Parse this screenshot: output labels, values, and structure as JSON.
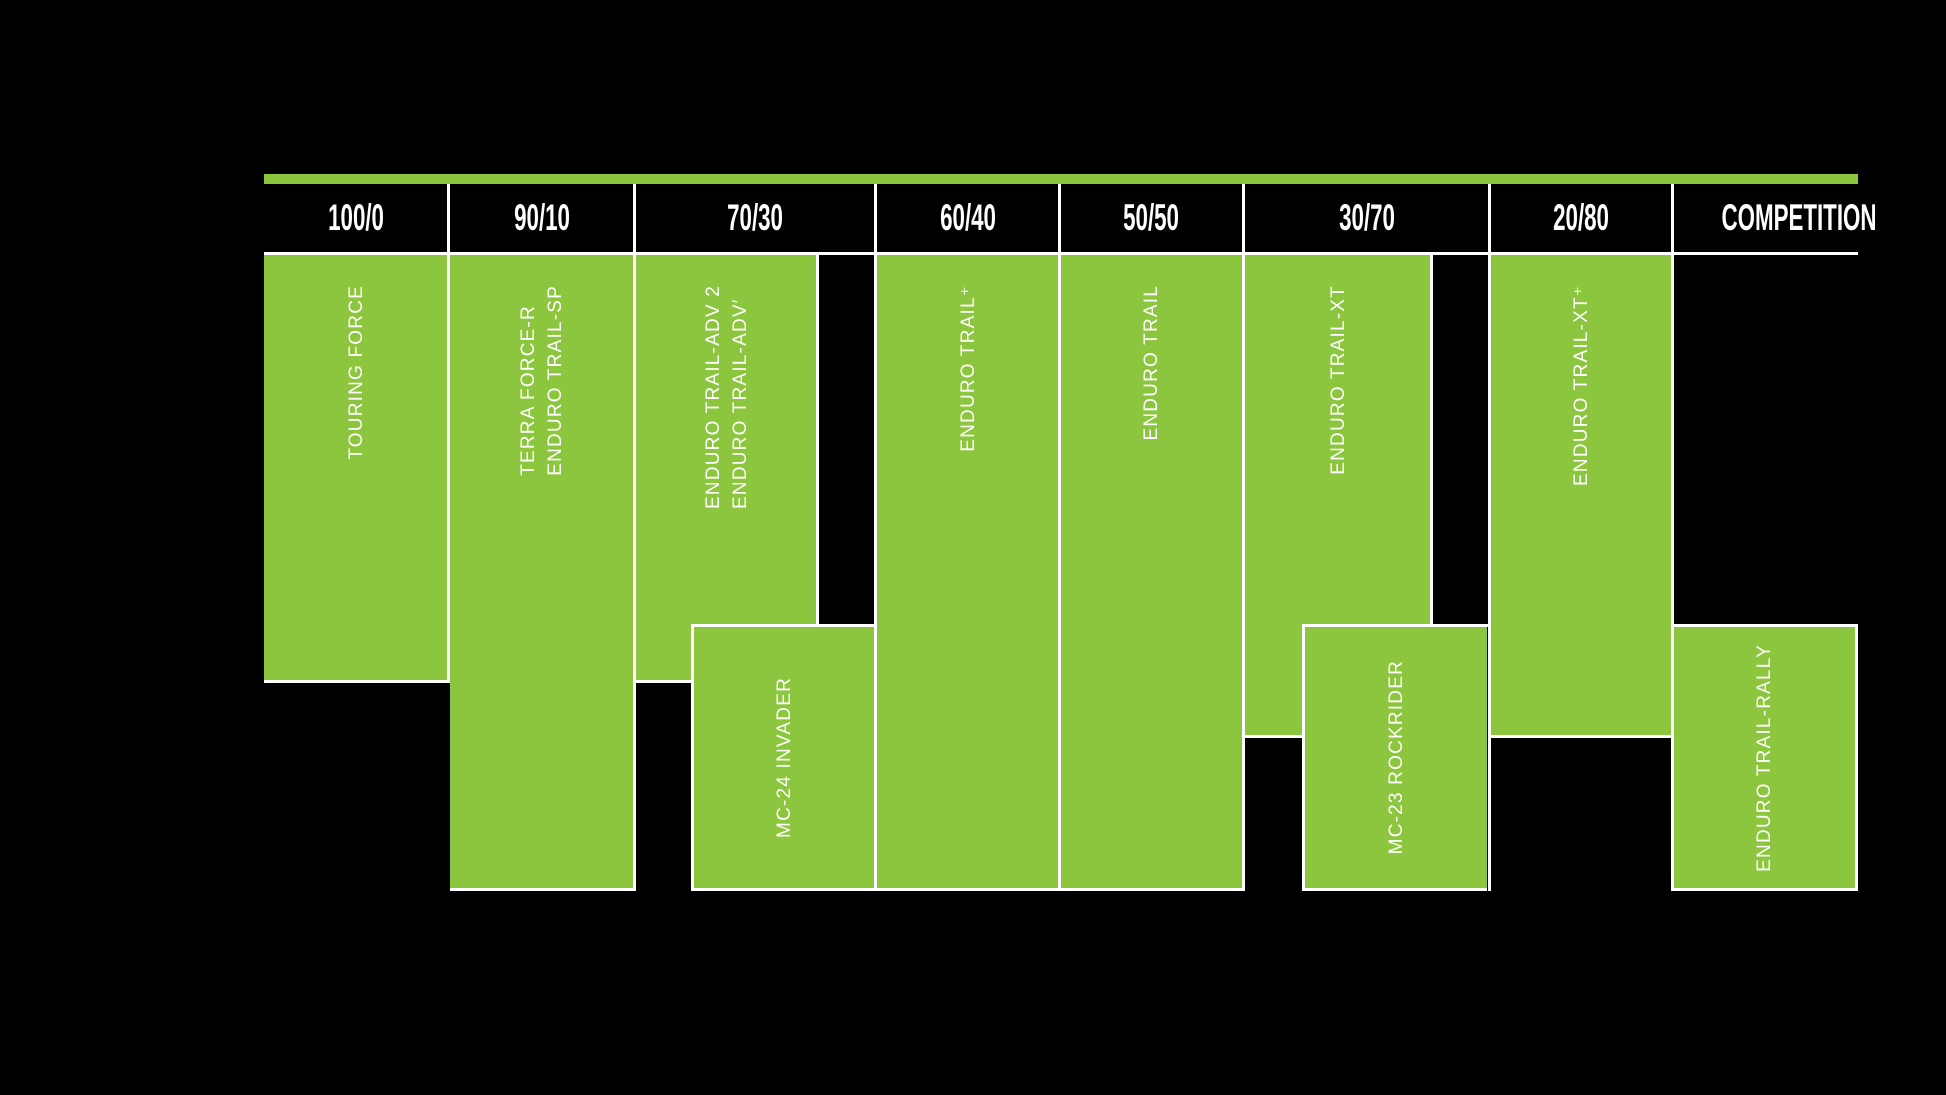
{
  "header": {
    "columns": [
      "100/0",
      "90/10",
      "70/30",
      "60/40",
      "50/50",
      "30/70",
      "20/80",
      "COMPETITION"
    ]
  },
  "blocks": [
    {
      "name": "TOURING FORCE",
      "line1": "TOURING FORCE",
      "column": "100/0"
    },
    {
      "name": "TERRA FORCE-R / ENDURO TRAIL-SP",
      "line1": "TERRA FORCE-R",
      "line2": "ENDURO TRAIL-SP",
      "column": "90/10"
    },
    {
      "name": "ENDURO TRAIL-ADV 2 / ENDURO TRAIL-ADV′",
      "line1": "ENDURO TRAIL-ADV 2",
      "line2": "ENDURO TRAIL-ADV′",
      "column": "70/30"
    },
    {
      "name": "MC-24 INVADER",
      "line1": "MC-24 INVADER",
      "column": "70/30"
    },
    {
      "name": "ENDURO TRAIL⁺",
      "line1": "ENDURO TRAIL⁺",
      "column": "60/40"
    },
    {
      "name": "ENDURO TRAIL",
      "line1": "ENDURO TRAIL",
      "column": "50/50"
    },
    {
      "name": "ENDURO TRAIL-XT",
      "line1": "ENDURO TRAIL-XT",
      "column": "30/70"
    },
    {
      "name": "MC-23 ROCKRIDER",
      "line1": "MC-23 ROCKRIDER",
      "column": "30/70"
    },
    {
      "name": "ENDURO TRAIL-XT⁺",
      "line1": "ENDURO TRAIL-XT⁺",
      "column": "20/80"
    },
    {
      "name": "ENDURO TRAIL-RALLY",
      "line1": "ENDURO TRAIL-RALLY",
      "column": "COMPETITION"
    }
  ],
  "colors": {
    "block_green": "#8CC63E",
    "background": "#000000",
    "text": "#FFFFFF",
    "divider": "#FFFFFF"
  },
  "chart_data": {
    "type": "table",
    "title": "",
    "categories": [
      "100/0",
      "90/10",
      "70/30",
      "60/40",
      "50/50",
      "30/70",
      "20/80",
      "COMPETITION"
    ],
    "series": [
      {
        "name": "TOURING FORCE",
        "category": "100/0",
        "position": "upper"
      },
      {
        "name": "TERRA FORCE-R / ENDURO TRAIL-SP",
        "category": "90/10",
        "position": "full"
      },
      {
        "name": "ENDURO TRAIL-ADV 2 / ENDURO TRAIL-ADV′",
        "category": "70/30",
        "position": "upper"
      },
      {
        "name": "MC-24 INVADER",
        "category": "70/30",
        "position": "lower-offset"
      },
      {
        "name": "ENDURO TRAIL⁺",
        "category": "60/40",
        "position": "full"
      },
      {
        "name": "ENDURO TRAIL",
        "category": "50/50",
        "position": "full"
      },
      {
        "name": "ENDURO TRAIL-XT",
        "category": "30/70",
        "position": "upper"
      },
      {
        "name": "MC-23 ROCKRIDER",
        "category": "30/70",
        "position": "lower-offset"
      },
      {
        "name": "ENDURO TRAIL-XT⁺",
        "category": "20/80",
        "position": "upper"
      },
      {
        "name": "ENDURO TRAIL-RALLY",
        "category": "COMPETITION",
        "position": "lower"
      }
    ],
    "legend_position": "none",
    "grid": false
  }
}
